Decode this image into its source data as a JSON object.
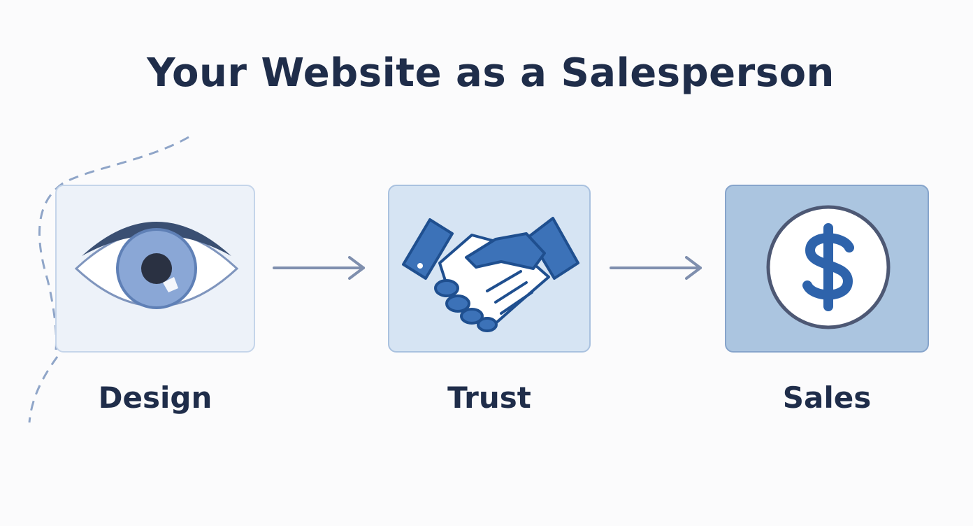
{
  "title": "Your Website as a Salesperson",
  "steps": [
    {
      "label": "Design",
      "icon": "eye-icon"
    },
    {
      "label": "Trust",
      "icon": "handshake-icon"
    },
    {
      "label": "Sales",
      "icon": "dollar-icon"
    }
  ],
  "colors": {
    "text": "#1f2d4a",
    "accent": "#3c6fb4",
    "card_light": "#edf2f9",
    "card_mid": "#d6e4f3",
    "card_dark": "#abc5e0"
  }
}
